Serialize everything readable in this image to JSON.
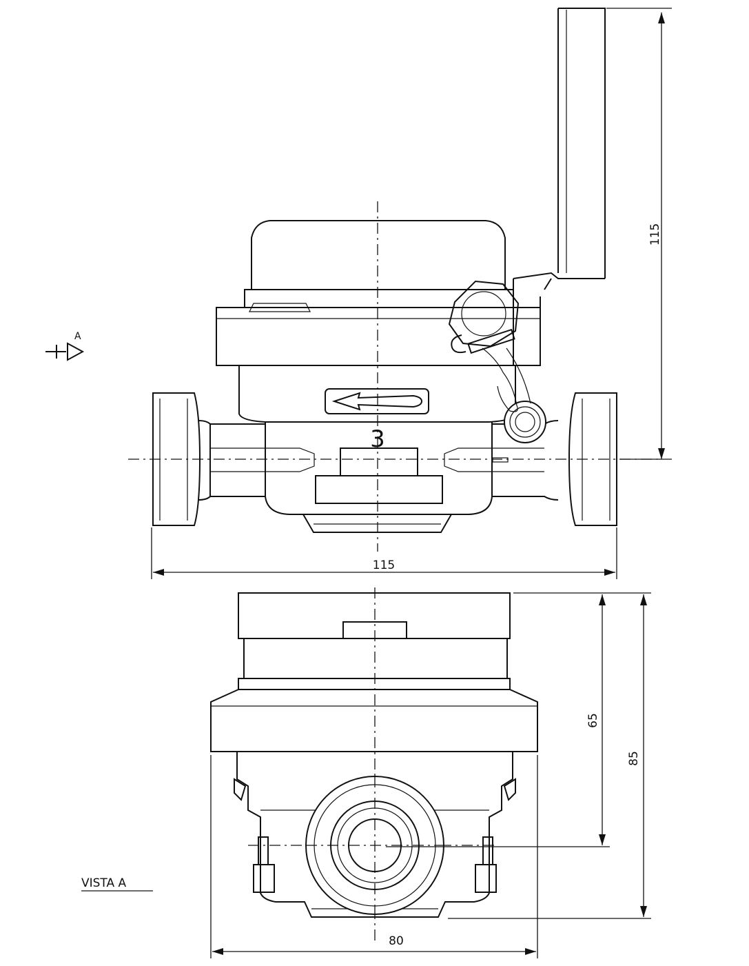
{
  "labels": {
    "section_marker": "A",
    "pipe_size": "3",
    "view_title": "VISTA A"
  },
  "dimensions": {
    "height_to_axis": "115",
    "overall_length": "115",
    "height_65": "65",
    "height_85": "85",
    "width_80": "80"
  }
}
